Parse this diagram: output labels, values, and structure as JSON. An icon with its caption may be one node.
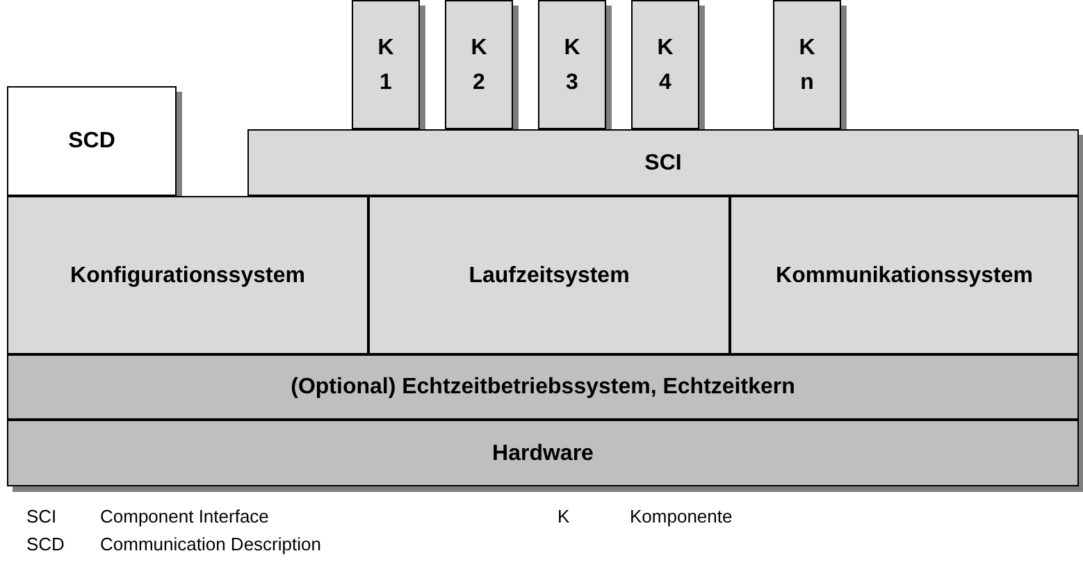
{
  "diagram": {
    "nodes": [
      {
        "text": [
          "K 1"
        ]
      },
      {
        "text": [
          "K 2"
        ]
      },
      {
        "text": [
          "K 3"
        ]
      },
      {
        "text": [
          "K 4"
        ]
      },
      {
        "text": [
          "K n"
        ]
      },
      {
        "text": [
          "SCD"
        ]
      },
      {
        "text": [
          "SCI"
        ]
      },
      {
        "text": [
          "Konfigurationssystem"
        ]
      },
      {
        "text": [
          "Laufzeitsystem"
        ]
      },
      {
        "text": [
          "Kommunikationssystem"
        ]
      },
      {
        "text": [
          "(Optional) Echtzeitbetriebssystem, Echtzeitkern"
        ]
      },
      {
        "text": [
          "Hardware"
        ]
      }
    ],
    "labels": [
      "SCI",
      "Component Interface",
      "K",
      "Komponente",
      "SCD",
      "Communication Description"
    ]
  }
}
